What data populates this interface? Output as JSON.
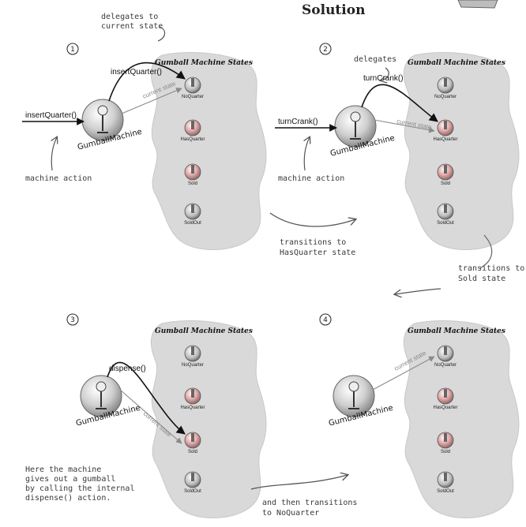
{
  "header": {
    "title": "Solution"
  },
  "colors": {
    "blob": "#d9d9d9",
    "arrow_dark": "#111111",
    "arrow_light": "#8a8a8a"
  },
  "panels": [
    {
      "number": "1",
      "board_title": "Gumball Machine States",
      "machine_label": "GumballMachine",
      "action": "insertQuarter()",
      "input": "insertQuarter()",
      "current_state_label": "current state",
      "states": [
        "NoQuarter",
        "HasQuarter",
        "Sold",
        "SoldOut"
      ],
      "notes": {
        "delegates": "delegates to\ncurrent state",
        "machine_action": "machine action"
      }
    },
    {
      "number": "2",
      "board_title": "Gumball Machine States",
      "machine_label": "GumballMachine",
      "action": "turnCrank()",
      "input": "turnCrank()",
      "current_state_label": "current state",
      "states": [
        "NoQuarter",
        "HasQuarter",
        "Sold",
        "SoldOut"
      ],
      "notes": {
        "delegates": "delegates",
        "machine_action": "machine action",
        "transition": "transitions to\nHasQuarter state"
      }
    },
    {
      "number": "3",
      "board_title": "Gumball Machine States",
      "machine_label": "GumballMachine",
      "action": "dispense()",
      "current_state_label": "current state",
      "states": [
        "NoQuarter",
        "HasQuarter",
        "Sold",
        "SoldOut"
      ],
      "notes": {
        "explain": "Here the machine\ngives out a gumball\nby calling the internal\ndispense() action."
      }
    },
    {
      "number": "4",
      "board_title": "Gumball Machine States",
      "machine_label": "GumballMachine",
      "current_state_label": "current state",
      "states": [
        "NoQuarter",
        "HasQuarter",
        "Sold",
        "SoldOut"
      ],
      "notes": {
        "transition": "and then transitions\nto NoQuarter"
      }
    }
  ],
  "between": {
    "sold_transition": "transitions to\nSold state"
  }
}
